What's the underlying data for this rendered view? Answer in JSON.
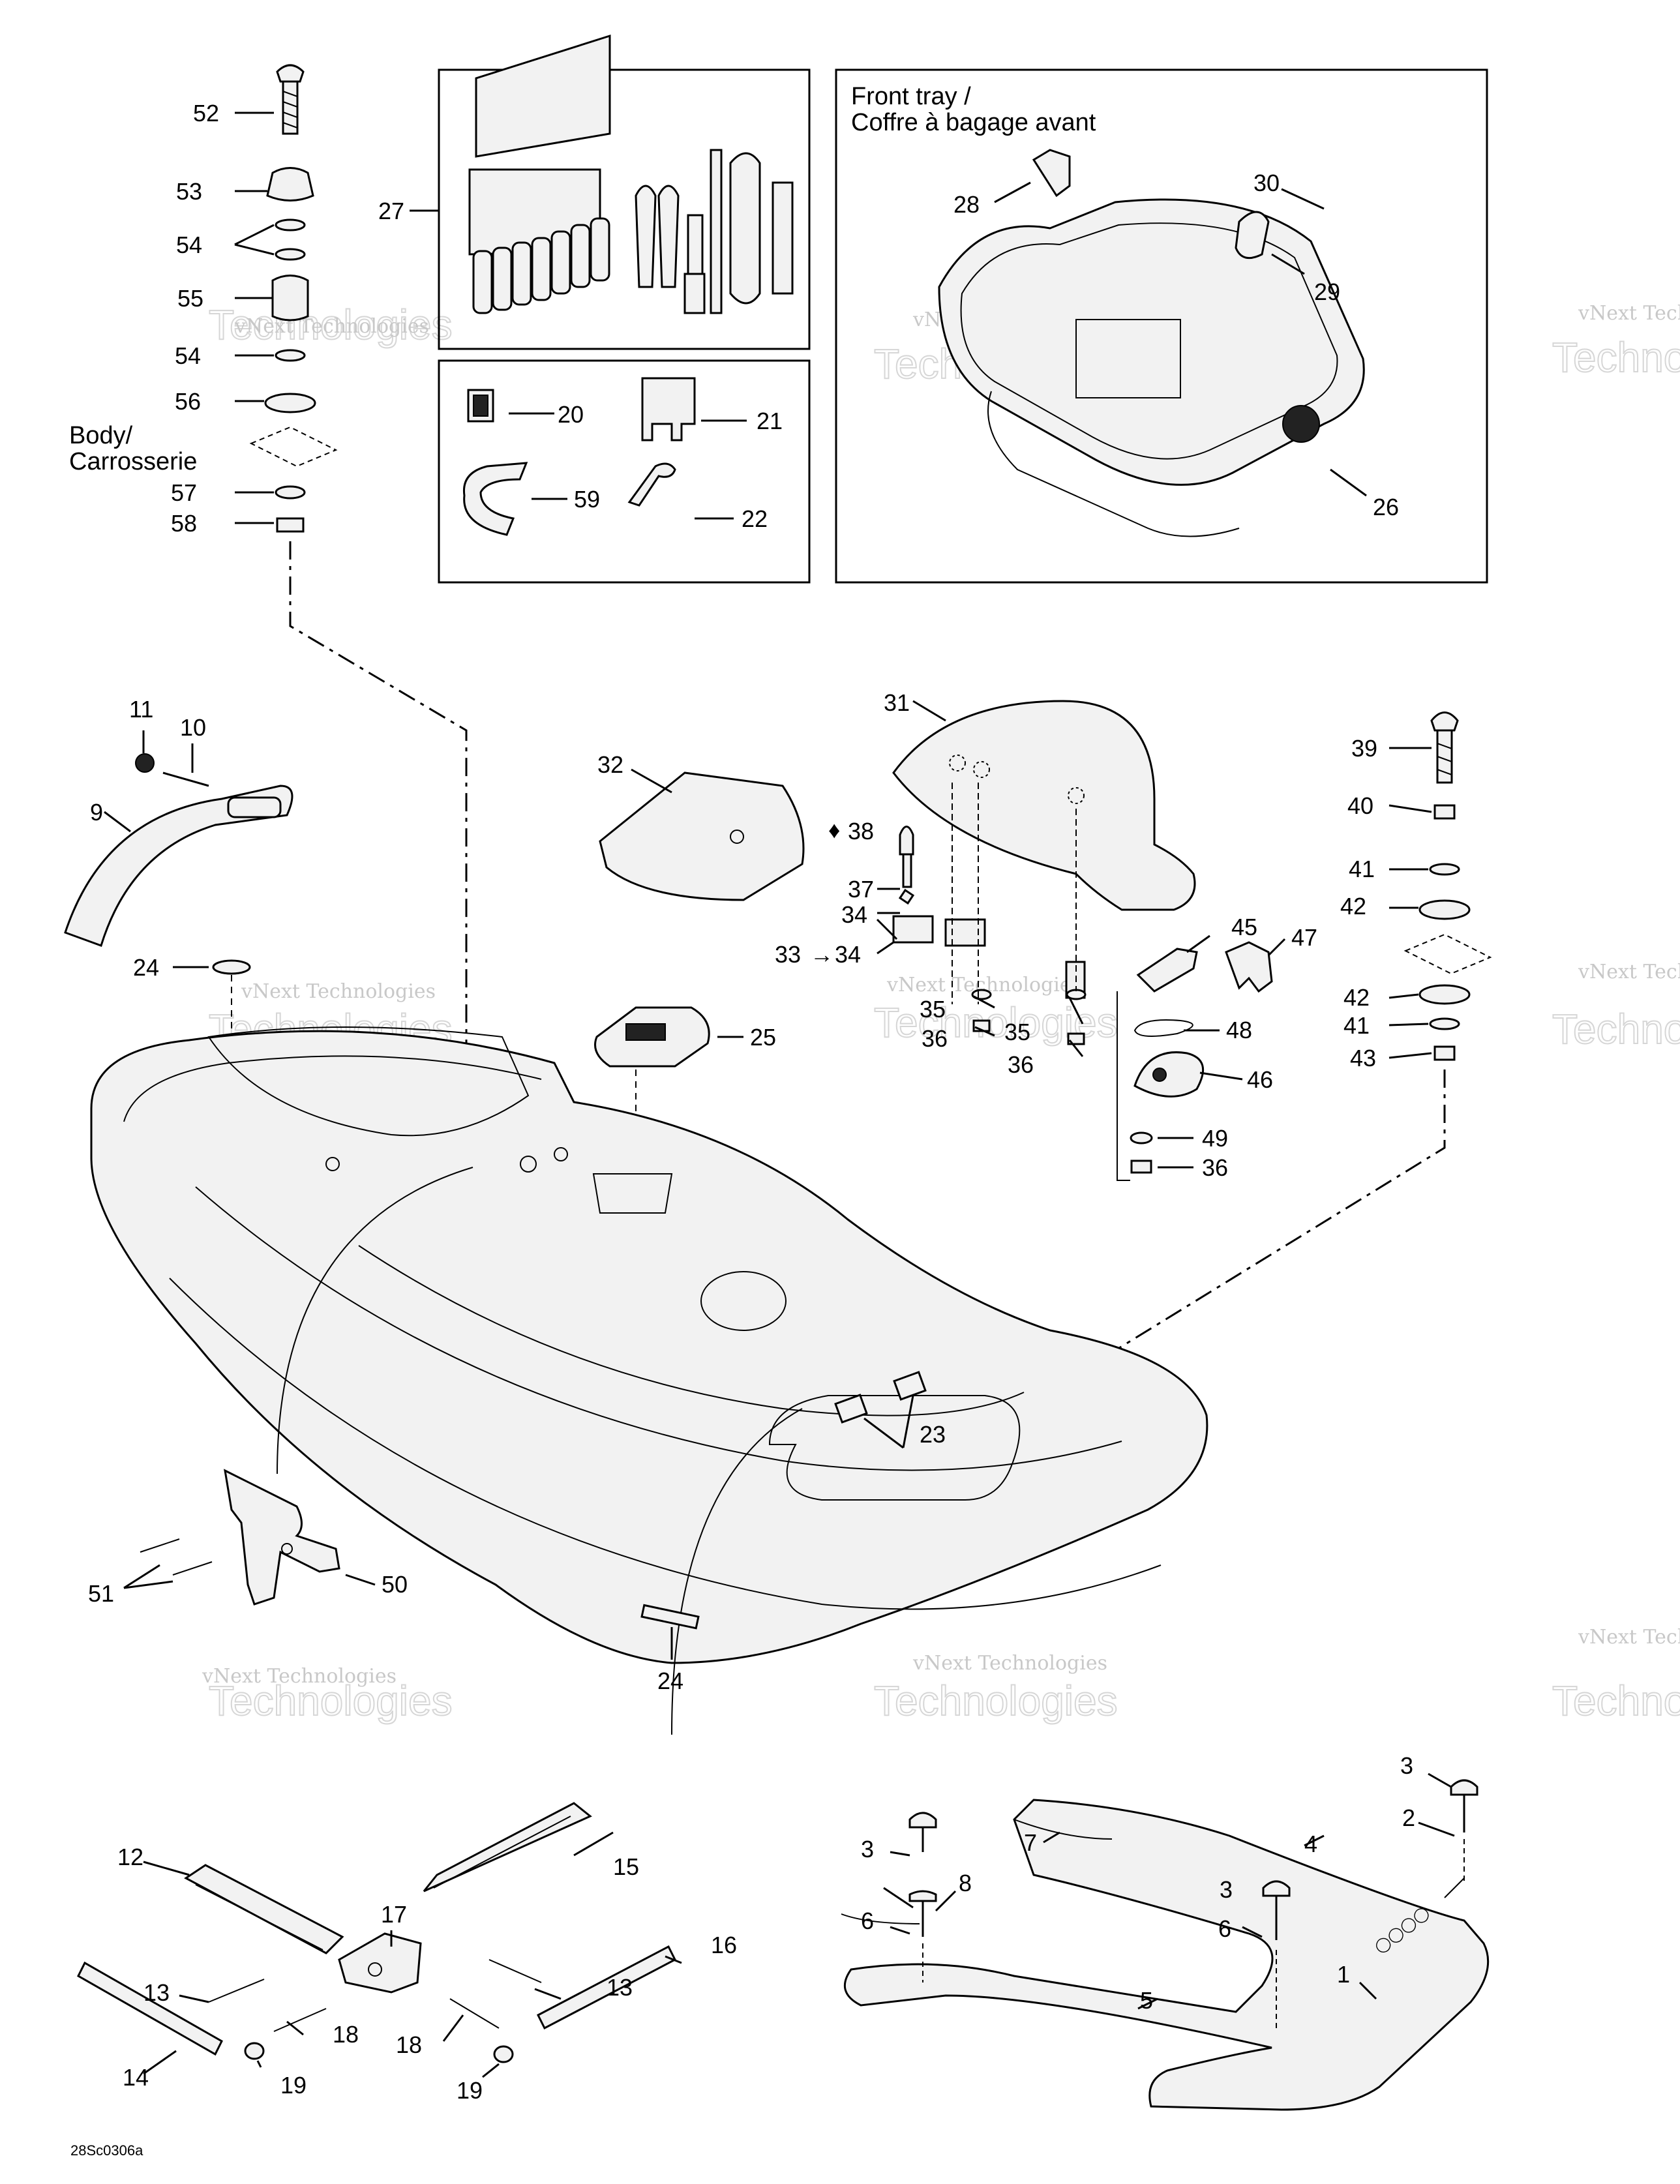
{
  "captions": {
    "front_tray": "Front tray /",
    "front_tray_fr": "Coffre à bagage avant",
    "body": "Body/",
    "body_fr": "Carrosserie",
    "code": "28Sc0306a"
  },
  "callouts": {
    "c52": "52",
    "c53": "53",
    "c54a": "54",
    "c55": "55",
    "c54b": "54",
    "c56": "56",
    "c57": "57",
    "c58": "58",
    "c27": "27",
    "c20": "20",
    "c21": "21",
    "c59": "59",
    "c22": "22",
    "c28": "28",
    "c30": "30",
    "c29": "29",
    "c26": "26",
    "c11": "11",
    "c10": "10",
    "c9": "9",
    "c24a": "24",
    "c32": "32",
    "c31": "31",
    "c38": "38",
    "c37": "37",
    "c34": "34",
    "c33": "33",
    "c34b": "34",
    "c35a": "35",
    "c36a": "36",
    "c35b": "35",
    "c36b": "36",
    "c45": "45",
    "c47": "47",
    "c48": "48",
    "c46": "46",
    "c49": "49",
    "c36c": "36",
    "c39": "39",
    "c40": "40",
    "c41a": "41",
    "c42a": "42",
    "c42b": "42",
    "c41b": "41",
    "c43": "43",
    "c25": "25",
    "c23": "23",
    "c50": "50",
    "c51": "51",
    "c24b": "24",
    "c3a": "3",
    "c2": "2",
    "c4": "4",
    "c7": "7",
    "c3b": "3",
    "c6a": "6",
    "c3c": "3",
    "c6b": "6",
    "c8": "8",
    "c1": "1",
    "c5": "5",
    "c12": "12",
    "c15": "15",
    "c17": "17",
    "c16": "16",
    "c13a": "13",
    "c13b": "13",
    "c14": "14",
    "c18a": "18",
    "c18b": "18",
    "c19a": "19",
    "c19b": "19"
  },
  "watermark": {
    "line1": "vNext Technologies",
    "line2": "Technologies",
    "line3": "vNext"
  }
}
